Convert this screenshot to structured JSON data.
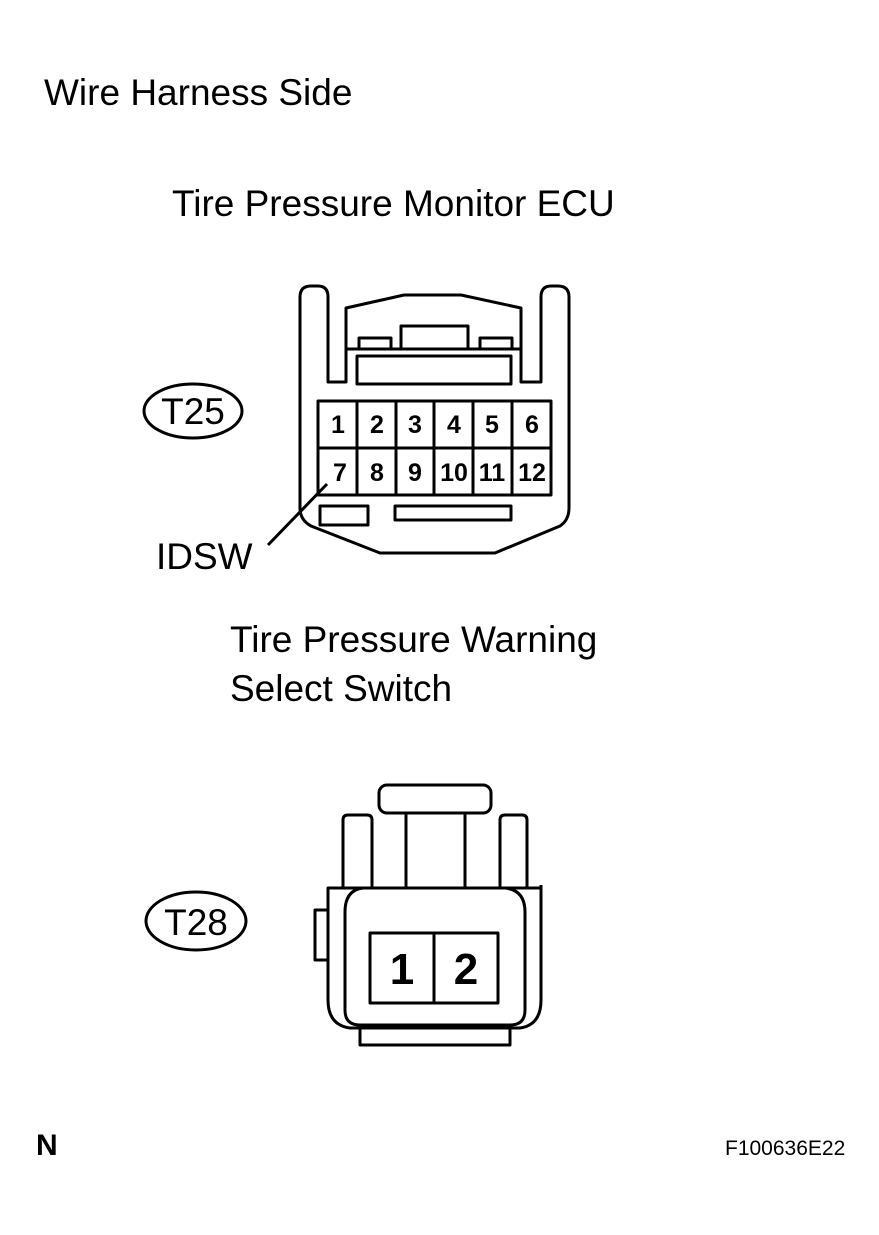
{
  "header": {
    "title": "Wire Harness Side"
  },
  "ecu_connector": {
    "component": "Tire Pressure Monitor ECU",
    "code": "T25",
    "pins_row1": [
      "1",
      "2",
      "3",
      "4",
      "5",
      "6"
    ],
    "pins_row2": [
      "7",
      "8",
      "9",
      "10",
      "11",
      "12"
    ],
    "callout": "IDSW"
  },
  "switch_connector": {
    "component_line1": "Tire Pressure Warning",
    "component_line2": "Select Switch",
    "code": "T28",
    "pins": [
      "1",
      "2"
    ]
  },
  "footer": {
    "corner_letter": "N",
    "figure_id": "F100636E22"
  }
}
